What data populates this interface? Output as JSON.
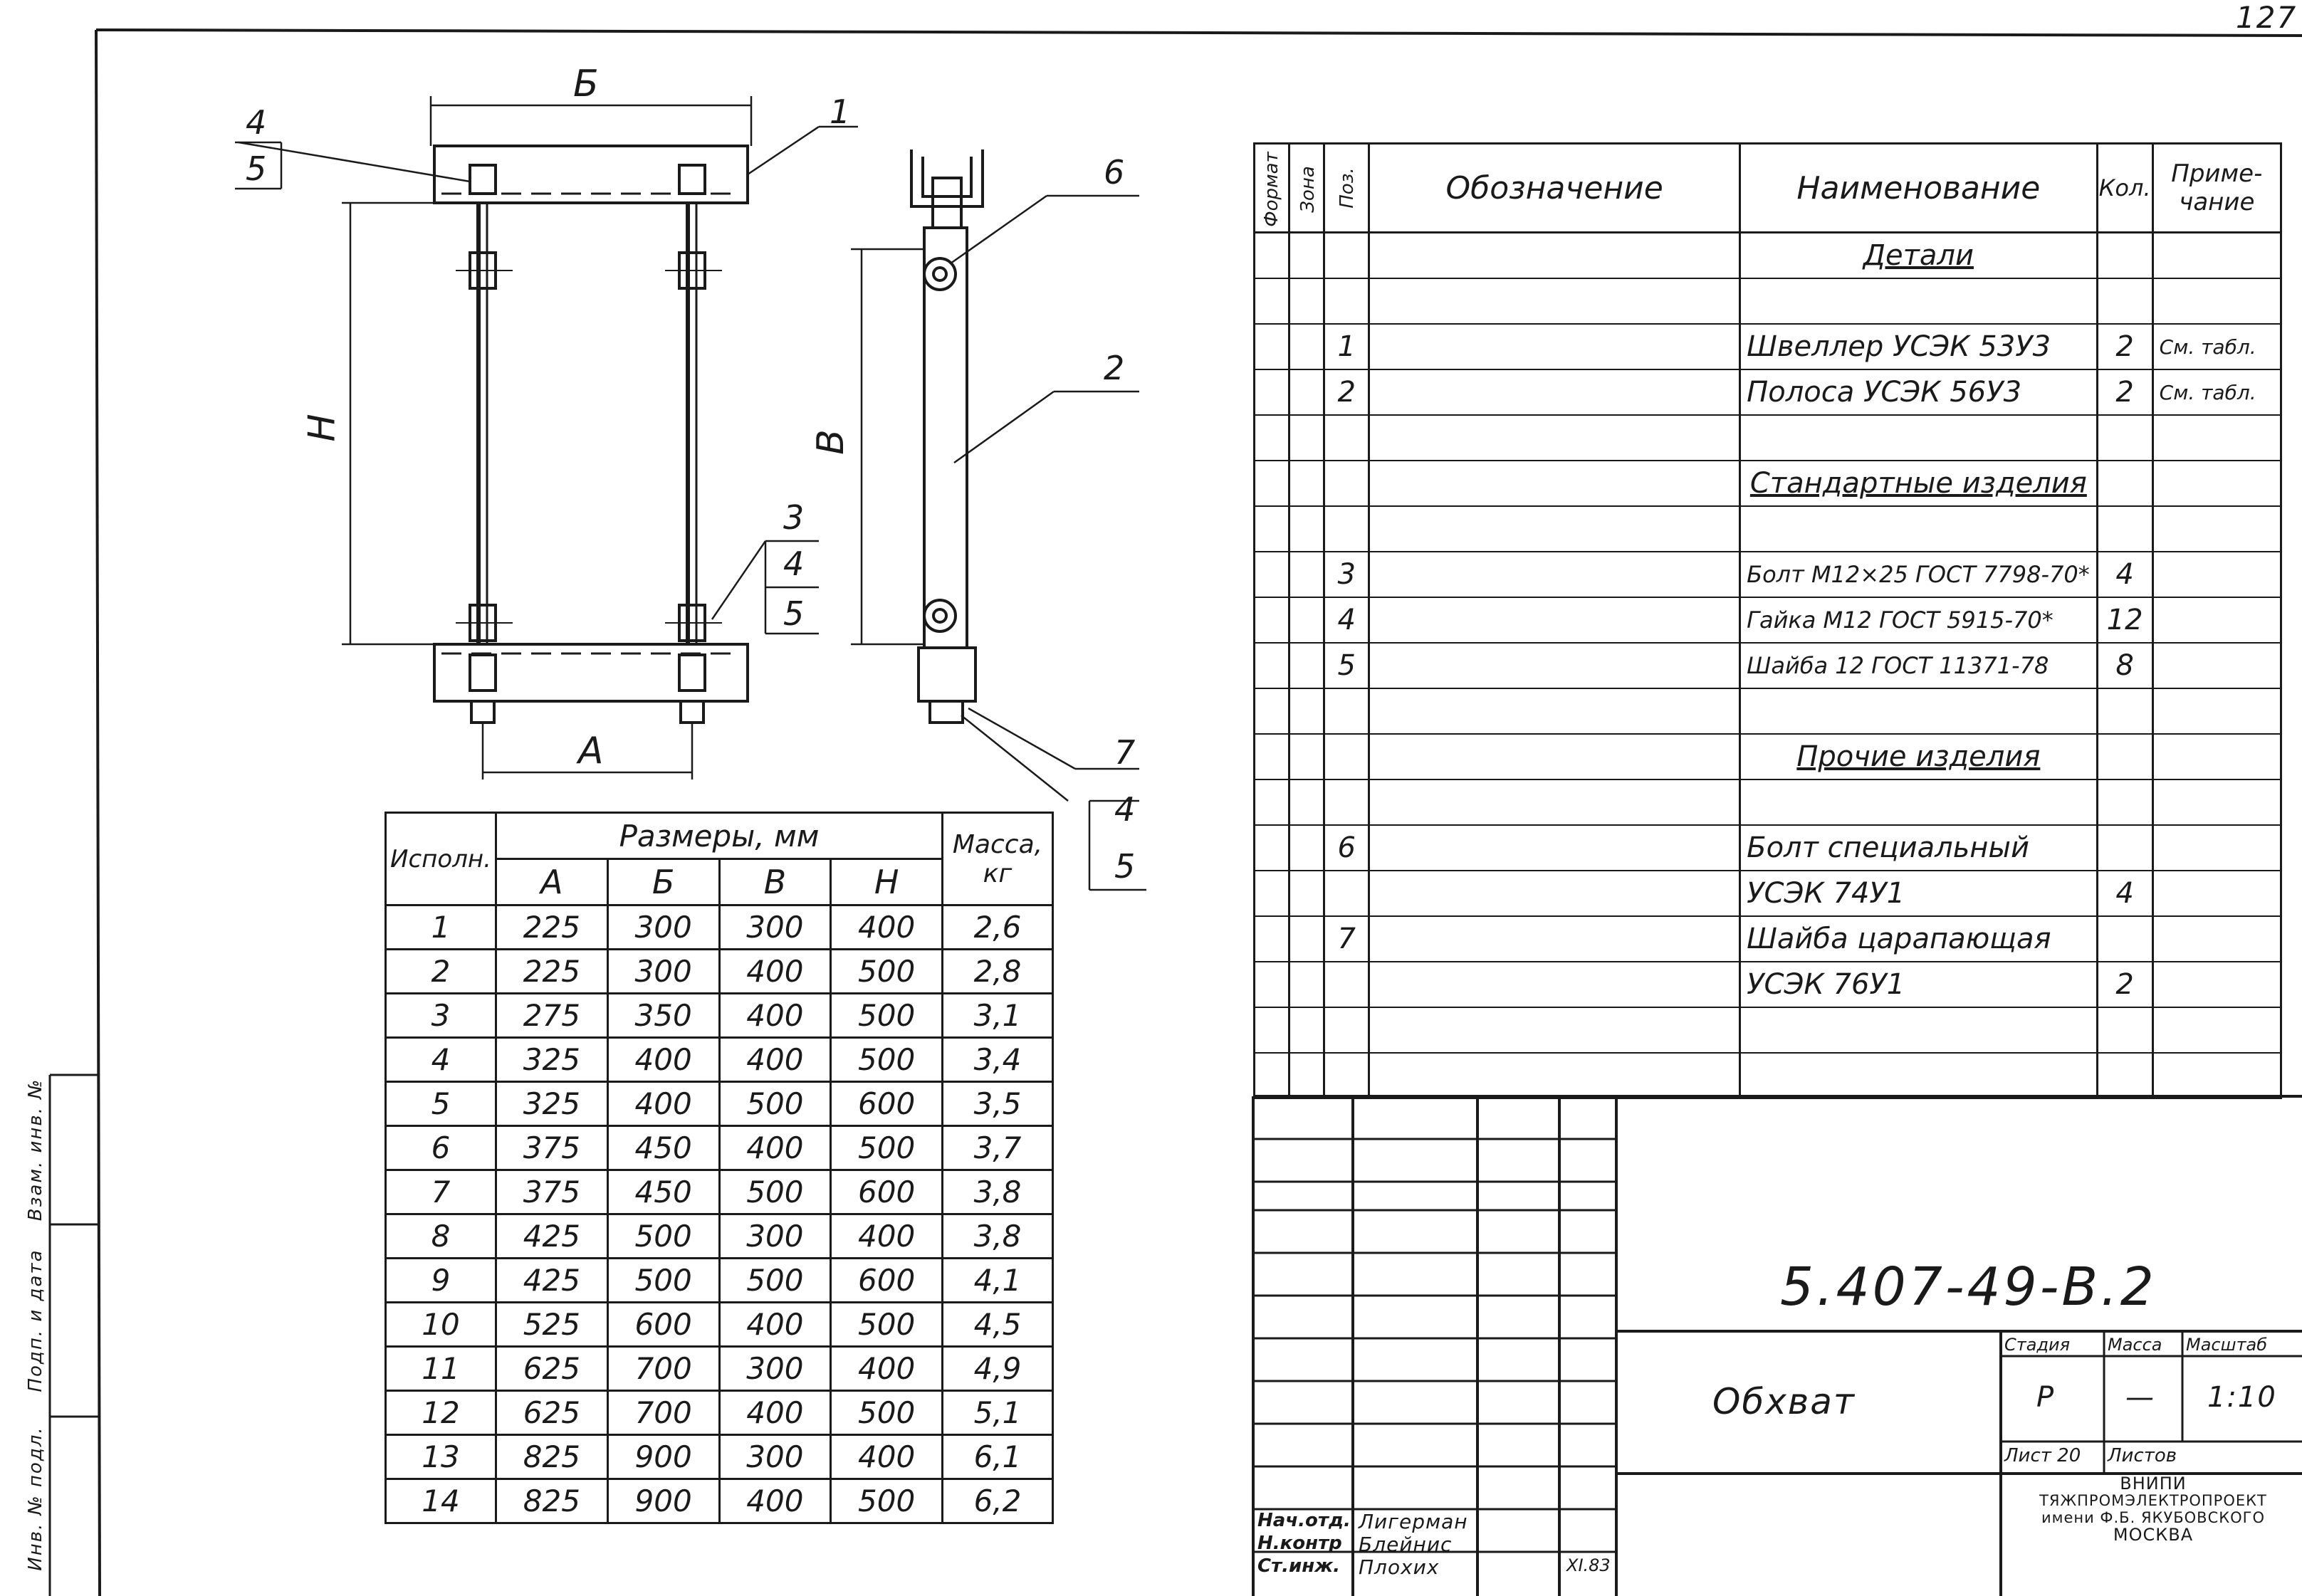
{
  "page_number": "127",
  "drawing": {
    "left_view": {
      "dim_top": "Б",
      "dim_bottom": "А",
      "dim_side": "Н",
      "callout_top_left": [
        "4",
        "5"
      ],
      "callout_top_right": "1",
      "callout_right": [
        "3",
        "4",
        "5"
      ]
    },
    "side_view": {
      "dim_side": "В",
      "callout_6": "6",
      "callout_2": "2",
      "callout_bottom": [
        "7",
        "4",
        "5"
      ]
    }
  },
  "dims_table": {
    "header_execution": "Исполн.",
    "header_sizes": "Размеры, мм",
    "header_mass": "Масса, кг",
    "sub_headers": [
      "А",
      "Б",
      "В",
      "Н"
    ],
    "rows": [
      [
        "1",
        "225",
        "300",
        "300",
        "400",
        "2,6"
      ],
      [
        "2",
        "225",
        "300",
        "400",
        "500",
        "2,8"
      ],
      [
        "3",
        "275",
        "350",
        "400",
        "500",
        "3,1"
      ],
      [
        "4",
        "325",
        "400",
        "400",
        "500",
        "3,4"
      ],
      [
        "5",
        "325",
        "400",
        "500",
        "600",
        "3,5"
      ],
      [
        "6",
        "375",
        "450",
        "400",
        "500",
        "3,7"
      ],
      [
        "7",
        "375",
        "450",
        "500",
        "600",
        "3,8"
      ],
      [
        "8",
        "425",
        "500",
        "300",
        "400",
        "3,8"
      ],
      [
        "9",
        "425",
        "500",
        "500",
        "600",
        "4,1"
      ],
      [
        "10",
        "525",
        "600",
        "400",
        "500",
        "4,5"
      ],
      [
        "11",
        "625",
        "700",
        "300",
        "400",
        "4,9"
      ],
      [
        "12",
        "625",
        "700",
        "400",
        "500",
        "5,1"
      ],
      [
        "13",
        "825",
        "900",
        "300",
        "400",
        "6,1"
      ],
      [
        "14",
        "825",
        "900",
        "400",
        "500",
        "6,2"
      ]
    ]
  },
  "spec_table": {
    "headers": {
      "format": "Формат",
      "zone": "Зона",
      "pos": "Поз.",
      "designation": "Обозначение",
      "name": "Наименование",
      "qty": "Кол.",
      "note": "Приме-чание"
    },
    "rows": [
      {
        "pos": "",
        "name": "Детали",
        "qty": "",
        "note": "",
        "section": true
      },
      {
        "pos": "",
        "name": "",
        "qty": "",
        "note": ""
      },
      {
        "pos": "1",
        "name": "Швеллер УСЭК 53У3",
        "qty": "2",
        "note": "См. табл."
      },
      {
        "pos": "2",
        "name": "Полоса УСЭК 56У3",
        "qty": "2",
        "note": "См. табл."
      },
      {
        "pos": "",
        "name": "",
        "qty": "",
        "note": ""
      },
      {
        "pos": "",
        "name": "Стандартные изделия",
        "qty": "",
        "note": "",
        "section": true
      },
      {
        "pos": "",
        "name": "",
        "qty": "",
        "note": ""
      },
      {
        "pos": "3",
        "name": "Болт М12×25 ГОСТ 7798-70*",
        "qty": "4",
        "note": ""
      },
      {
        "pos": "4",
        "name": "Гайка М12 ГОСТ 5915-70*",
        "qty": "12",
        "note": ""
      },
      {
        "pos": "5",
        "name": "Шайба 12 ГОСТ 11371-78",
        "qty": "8",
        "note": ""
      },
      {
        "pos": "",
        "name": "",
        "qty": "",
        "note": ""
      },
      {
        "pos": "",
        "name": "Прочие изделия",
        "qty": "",
        "note": "",
        "section": true
      },
      {
        "pos": "",
        "name": "",
        "qty": "",
        "note": ""
      },
      {
        "pos": "6",
        "name": "Болт специальный",
        "qty": "",
        "note": ""
      },
      {
        "pos": "",
        "name": "УСЭК 74У1",
        "qty": "4",
        "note": ""
      },
      {
        "pos": "7",
        "name": "Шайба царапающая",
        "qty": "",
        "note": ""
      },
      {
        "pos": "",
        "name": "УСЭК 76У1",
        "qty": "2",
        "note": ""
      },
      {
        "pos": "",
        "name": "",
        "qty": "",
        "note": ""
      },
      {
        "pos": "",
        "name": "",
        "qty": "",
        "note": ""
      }
    ]
  },
  "title_block": {
    "doc_number": "5.407-49-В.2",
    "item_name": "Обхват",
    "stage_label": "Стадия",
    "mass_label": "Масса",
    "scale_label": "Масштаб",
    "stage": "Р",
    "mass": "—",
    "scale": "1:10",
    "sheet_label": "Лист 20",
    "sheets_label": "Листов",
    "org": [
      "ВНИПИ",
      "ТЯЖПРОМЭЛЕКТРОПРОЕКТ",
      "имени Ф.Б. ЯКУБОВСКОГО",
      "МОСКВА"
    ],
    "roles": [
      {
        "role": "Нач.отд.",
        "name": "Лигерман",
        "date": ""
      },
      {
        "role": "Н.контр",
        "name": "Блейнис",
        "date": ""
      },
      {
        "role": "Ст.инж.",
        "name": "Плохих",
        "date": "XI.83"
      }
    ]
  },
  "side_stamp": [
    "Инв. № подл.",
    "Подп. и дата",
    "Взам. инв. №"
  ]
}
